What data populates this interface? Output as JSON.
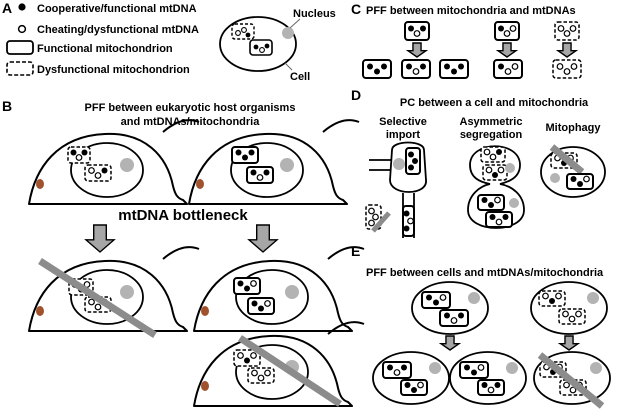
{
  "panels": {
    "a": {
      "label": "A",
      "legend": {
        "coop": "Cooperative/functional mtDNA",
        "cheat": "Cheating/dysfunctional mtDNA",
        "func": "Functional mitochondrion",
        "dysf": "Dysfunctional mitochondrion"
      },
      "nucleus_label": "Nucleus",
      "cell_label": "Cell"
    },
    "b": {
      "label": "B",
      "title_line1": "PFF between eukaryotic host organisms",
      "title_line2": "and mtDNAs/mitochondria",
      "bottleneck": "mtDNA bottleneck"
    },
    "c": {
      "label": "C",
      "title": "PFF between mitochondria and mtDNAs"
    },
    "d": {
      "label": "D",
      "title": "PC between a cell and mitochondria",
      "col1_line1": "Selective",
      "col1_line2": "import",
      "col2_line1": "Asymmetric",
      "col2_line2": "segregation",
      "col3": "Mitophagy"
    },
    "e": {
      "label": "E",
      "title": "PFF between cells and mtDNAs/mitochondria"
    }
  },
  "colors": {
    "ink": "#000000",
    "nucleus": "#b3b3b3",
    "arrow_fill": "#a6a6a6",
    "strike": "#8c8c8c",
    "eye": "#a0522d"
  }
}
